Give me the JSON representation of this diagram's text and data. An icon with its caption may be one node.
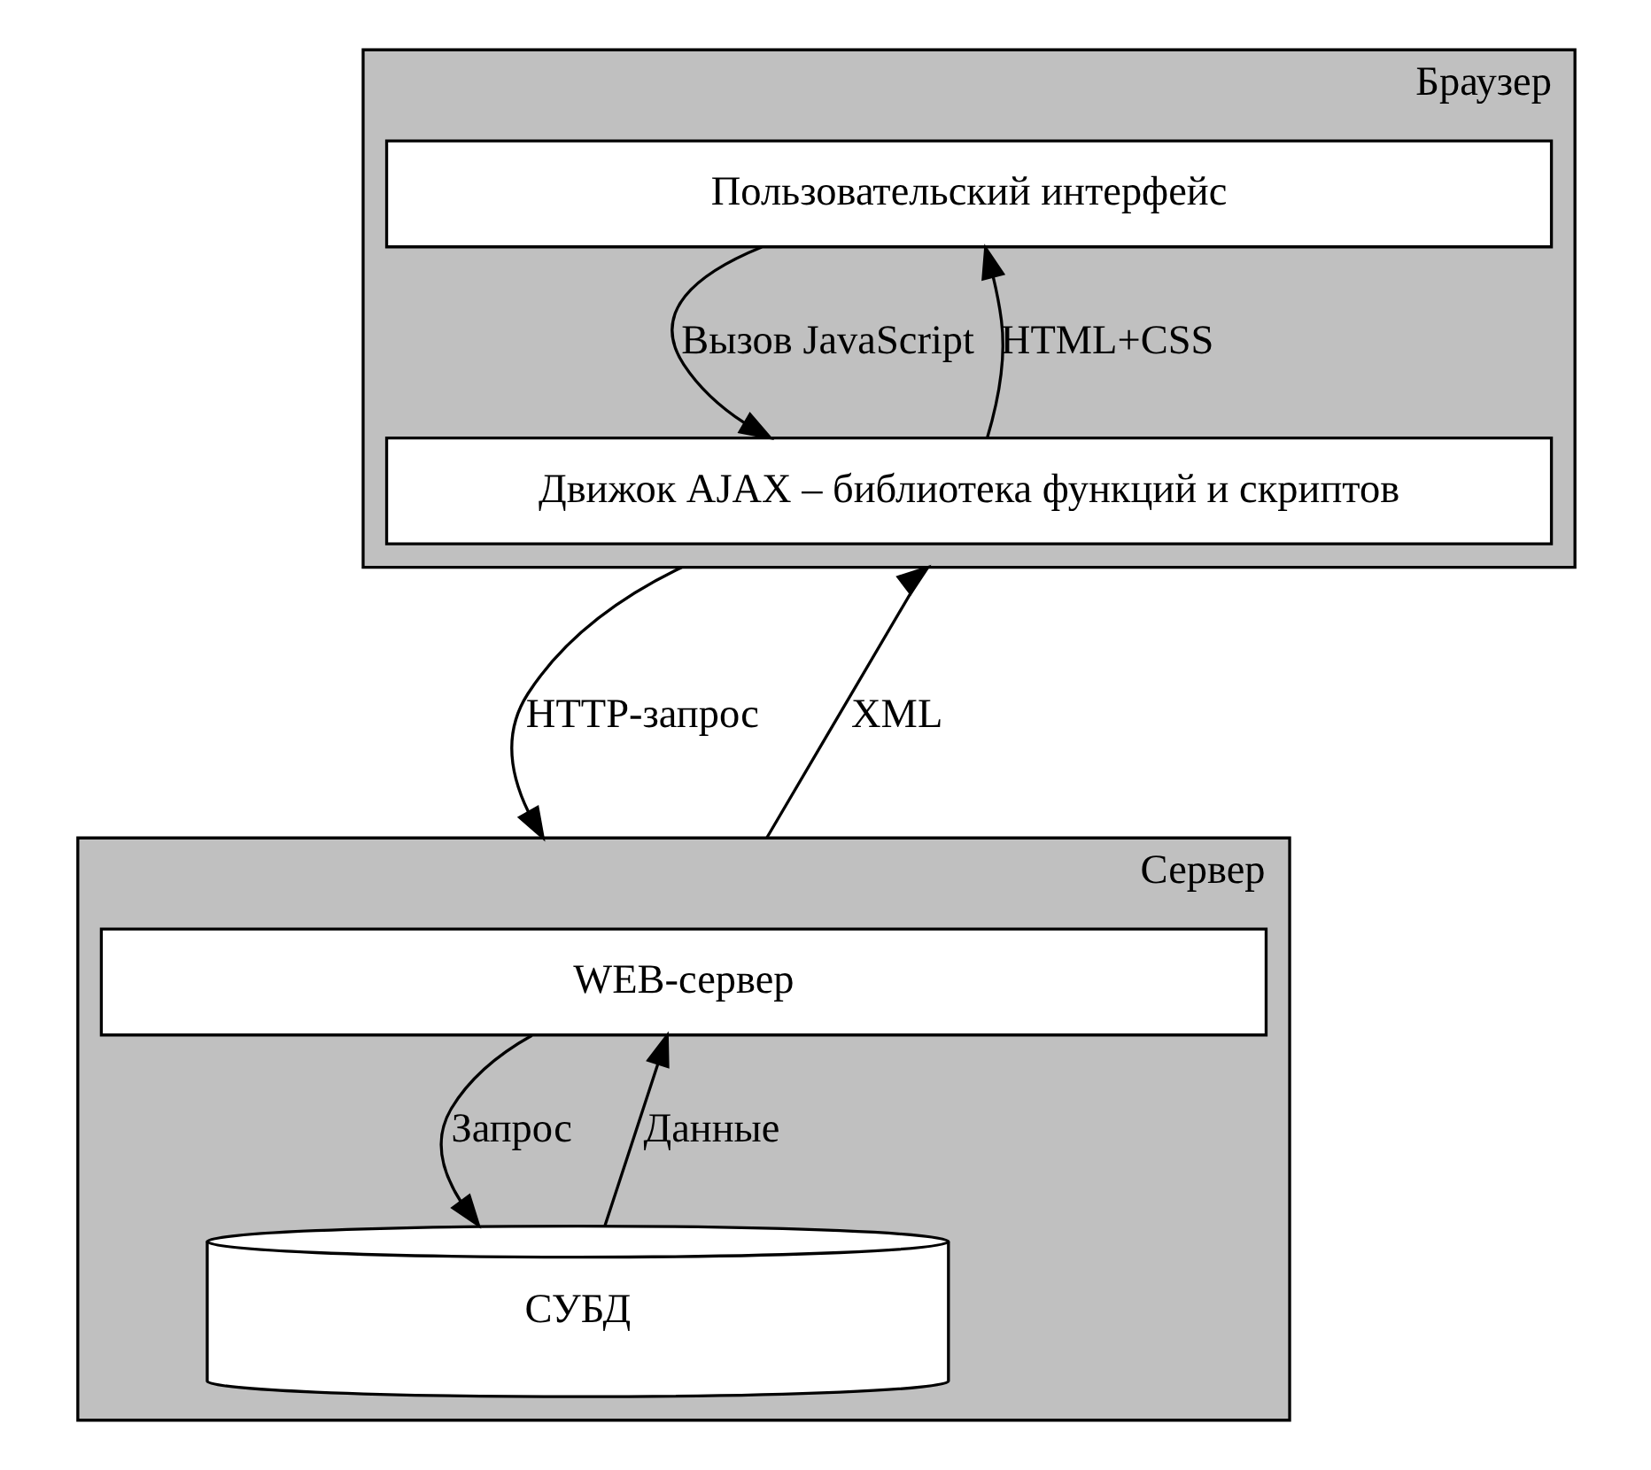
{
  "diagram": {
    "nodes": [
      {
        "text": [
          "Браузер"
        ]
      },
      {
        "text": [
          "Пользовательский интерфейс"
        ],
        "in": 0
      },
      {
        "text": [
          "Движок AJAX – библиотека функций и скриптов"
        ],
        "in": 0
      },
      {
        "text": [
          "Сервер"
        ]
      },
      {
        "text": [
          "WEB-сервер"
        ],
        "in": 3
      },
      {
        "text": [
          "СУБД"
        ],
        "in": 3
      }
    ],
    "edges": [
      {
        "from": 1,
        "to": 2,
        "arrow": "to",
        "label": "Вызов JavaScript"
      },
      {
        "from": 2,
        "to": 1,
        "arrow": "to",
        "label": "HTML+CSS"
      },
      {
        "from": 0,
        "to": 3,
        "arrow": "to",
        "label": "HTTP-запрос"
      },
      {
        "from": 3,
        "to": 0,
        "arrow": "to",
        "label": "XML"
      },
      {
        "from": 4,
        "to": 5,
        "arrow": "to",
        "label": "Запрос"
      },
      {
        "from": 5,
        "to": 4,
        "arrow": "to",
        "label": "Данные"
      }
    ]
  }
}
